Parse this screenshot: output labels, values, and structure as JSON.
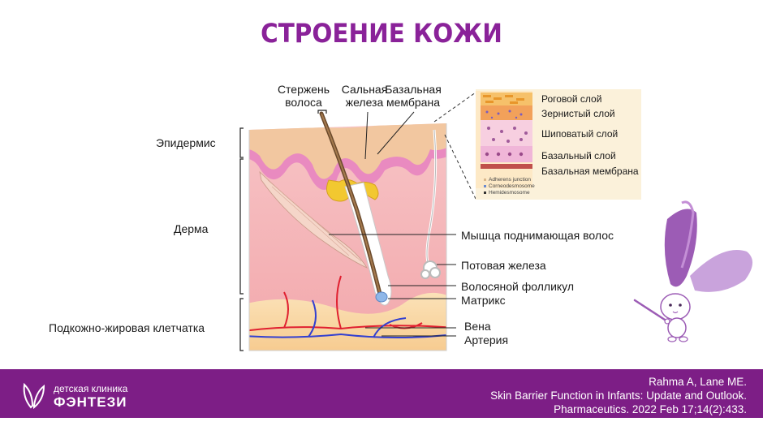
{
  "title": "СТРОЕНИЕ КОЖИ",
  "labels": {
    "hair_shaft_1": "Стержень",
    "hair_shaft_2": "волоса",
    "sebaceous_1": "Сальная",
    "sebaceous_2": "железа",
    "basal_membrane_1": "Базальная",
    "basal_membrane_2": "мембрана",
    "epidermis": "Эпидермис",
    "dermis": "Дерма",
    "subcutaneous": "Подкожно-жировая клетчатка",
    "arrector_muscle": "Мышца поднимающая волос",
    "sweat_gland": "Потовая железа",
    "hair_follicle": "Волосяной фолликул",
    "matrix": "Матрикс",
    "vein": "Вена",
    "artery": "Артерия"
  },
  "inset": {
    "layers": [
      "Роговой слой",
      "Зернистый слой",
      "Шиповатый слой",
      "Базальный слой",
      "Базальная мембрана"
    ],
    "legend": [
      "Adherens junction",
      "Corneodesmosome",
      "Hemidesmosome"
    ]
  },
  "footer": {
    "brand_small": "детская клиника",
    "brand_big": "ФЭНТЕЗИ",
    "citation_1": "Rahma A, Lane ME.",
    "citation_2": "Skin Barrier Function in Infants: Update and Outlook.",
    "citation_3": "Pharmaceutics. 2022 Feb 17;14(2):433."
  },
  "colors": {
    "title": "#8a2299",
    "footer": "#7d1e86",
    "dermis": "#f4b3b6",
    "epidermis": "#e890c0",
    "fat": "#f9d7a6",
    "artery": "#e02030",
    "vein": "#3340d0"
  }
}
